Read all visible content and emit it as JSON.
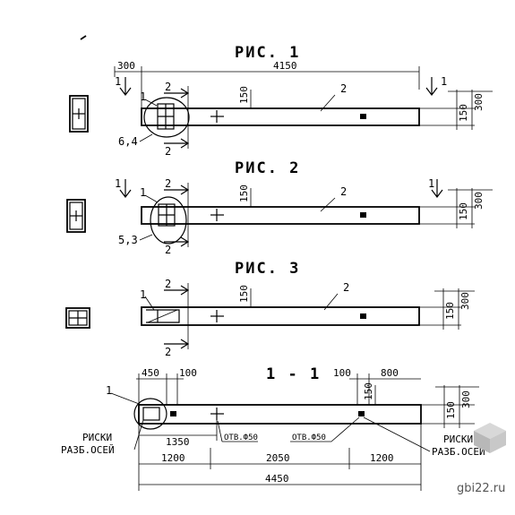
{
  "figures": {
    "fig1": {
      "title": "РИС. 1",
      "dim_top_left": "300",
      "dim_top_total": "4150",
      "dim_150": "150",
      "dim_150_right": "150",
      "dim_300_right": "300",
      "label_main": "2",
      "label_detail": "1",
      "label_section": "1",
      "label_22_top": "2",
      "label_22_bot": "2",
      "label_parts": "6,4"
    },
    "fig2": {
      "title": "РИС. 2",
      "dim_150": "150",
      "dim_150_right": "150",
      "dim_300_right": "300",
      "label_main": "2",
      "label_detail": "1",
      "label_section": "1",
      "label_22_top": "2",
      "label_22_bot": "2",
      "label_parts": "5,3"
    },
    "fig3": {
      "title": "РИС. 3",
      "dim_150": "150",
      "dim_150_right": "150",
      "dim_300_right": "300",
      "label_main": "2",
      "label_detail": "1",
      "label_22_top": "2",
      "label_22_bot": "2"
    },
    "section": {
      "title": "1 - 1",
      "dim_450": "450",
      "dim_100_left": "100",
      "dim_100_right": "100",
      "dim_800": "800",
      "dim_150_mid": "150",
      "dim_150_right": "150",
      "dim_300_right": "300",
      "dim_1350": "1350",
      "hole_left": "ОТВ.Ф50",
      "hole_right": "ОТВ.Ф50",
      "label_detail": "1",
      "note_left_1": "РИСКИ",
      "note_left_2": "РАЗБ.ОСЕЙ",
      "note_right_1": "РИСКИ",
      "note_right_2": "РАЗБ.ОСЕЙ",
      "dim_1200_left": "1200",
      "dim_2050": "2050",
      "dim_1200_right": "1200",
      "dim_total": "4450"
    }
  },
  "watermark": "gbi22.ru"
}
